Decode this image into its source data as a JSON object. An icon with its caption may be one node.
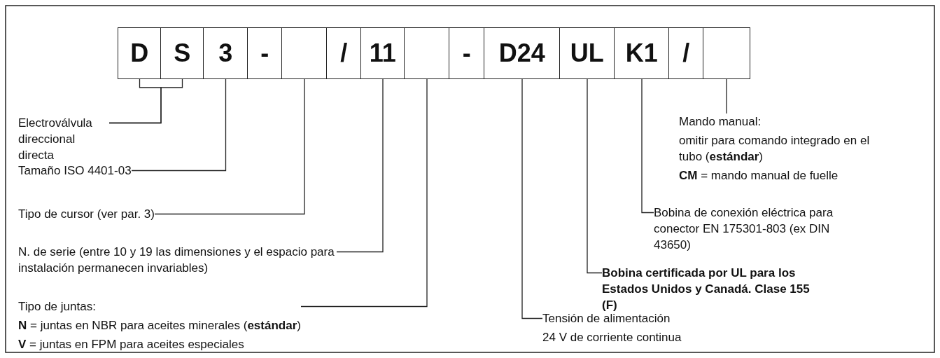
{
  "diagram": {
    "nodes": [
      {
        "text": [
          "D"
        ]
      },
      {
        "text": [
          "S"
        ]
      },
      {
        "text": [
          "3"
        ]
      },
      {
        "text": [
          "-"
        ]
      },
      {
        "text": [],
        "shape": "box"
      },
      {
        "text": [
          "/"
        ]
      },
      {
        "text": [
          "11"
        ]
      },
      {
        "text": [],
        "shape": "box"
      },
      {
        "text": [
          "-"
        ]
      },
      {
        "text": [
          "D24"
        ]
      },
      {
        "text": [
          "UL"
        ]
      },
      {
        "text": [
          "K1"
        ]
      },
      {
        "text": [
          "/"
        ]
      },
      {
        "text": [],
        "shape": "box"
      },
      {
        "text": [
          "Electroválvula direccional directa"
        ]
      },
      {
        "text": [
          "Tamaño ISO 4401-03"
        ]
      },
      {
        "text": [
          "Tipo de cursor (ver par. 3)"
        ]
      },
      {
        "text": [
          "N. de serie (entre 10 y 19 las dimensiones y el espacio para instalación permanecen invariables)"
        ]
      },
      {
        "text": [
          "Tipo de juntas:",
          "**N** = juntas en NBR para aceites minerales (**estándar**)",
          "**V** = juntas en FPM para aceites especiales"
        ]
      },
      {
        "text": [
          "Tensión de alimentación",
          "24 V de corriente continua"
        ]
      },
      {
        "text": [
          "Bobina certificada por UL para los Estados Unidos y Canadá. Clase 155 (F)"
        ]
      },
      {
        "text": [
          "Bobina de conexión eléctrica para conector EN 175301-803 (ex DIN 43650)"
        ]
      },
      {
        "text": [
          "Mando manual:",
          "omitir para comando integrado en el tubo (**estándar**)",
          "**CM** = mando manual de fuelle"
        ]
      }
    ],
    "edges": [
      {
        "from": 14,
        "to": 0,
        "arrow": "none"
      },
      {
        "from": 14,
        "to": 1,
        "arrow": "none"
      },
      {
        "from": 15,
        "to": 2,
        "arrow": "none"
      },
      {
        "from": 16,
        "to": 4,
        "arrow": "none"
      },
      {
        "from": 17,
        "to": 6,
        "arrow": "none"
      },
      {
        "from": 18,
        "to": 7,
        "arrow": "none"
      },
      {
        "from": 19,
        "to": 9,
        "arrow": "none"
      },
      {
        "from": 20,
        "to": 10,
        "arrow": "none"
      },
      {
        "from": 21,
        "to": 11,
        "arrow": "none"
      },
      {
        "from": 22,
        "to": 13,
        "arrow": "none"
      }
    ]
  }
}
